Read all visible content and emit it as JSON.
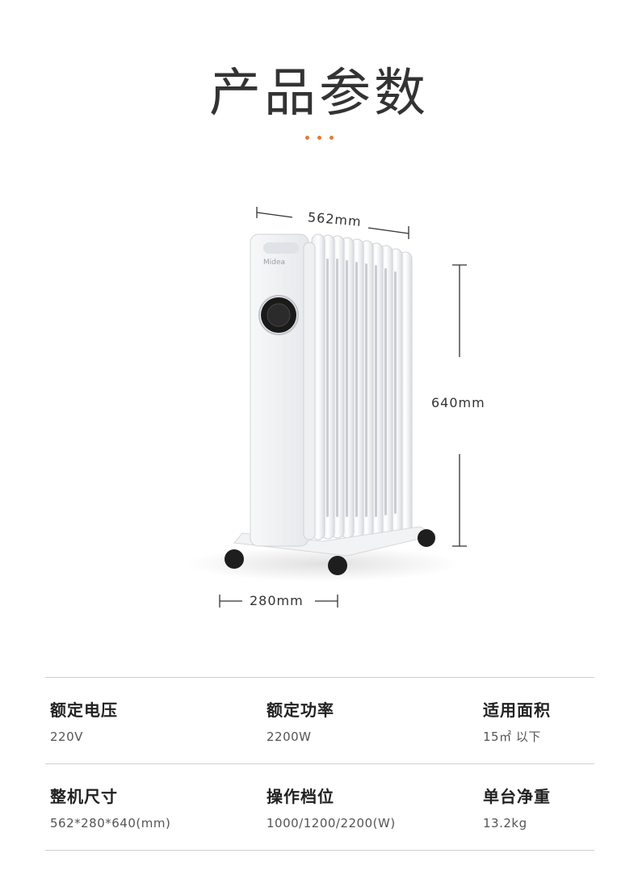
{
  "page": {
    "title": "产品参数"
  },
  "product_image": {
    "brand_logo": "Midea"
  },
  "dimensions": {
    "width": "562mm",
    "height": "640mm",
    "depth": "280mm"
  },
  "specs": [
    [
      {
        "label": "额定电压",
        "value": "220V"
      },
      {
        "label": "额定功率",
        "value": "2200W"
      },
      {
        "label": "适用面积",
        "value": "15㎡ 以下"
      }
    ],
    [
      {
        "label": "整机尺寸",
        "value": "562*280*640(mm)"
      },
      {
        "label": "操作档位",
        "value": "1000/1200/2200(W)"
      },
      {
        "label": "单台净重",
        "value": "13.2kg"
      }
    ]
  ],
  "colors": {
    "accent": "#e07b3a",
    "text_primary": "#222222",
    "text_secondary": "#555555",
    "divider": "#cfcfcf"
  }
}
